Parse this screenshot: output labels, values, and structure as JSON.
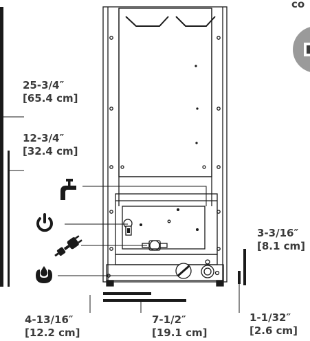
{
  "corner_text": "co",
  "dimensions": {
    "overall_height": {
      "imperial": "25-3/4″",
      "metric": "[65.4 cm]"
    },
    "water_inlet_height": {
      "imperial": "12-3/4″",
      "metric": "[32.4 cm]"
    },
    "drain_height": {
      "imperial": "3-3/16″",
      "metric": "[8.1 cm]"
    },
    "drain_clearance": {
      "imperial": "1-1/32″",
      "metric": "[2.6 cm]"
    },
    "inlet_offset": {
      "imperial": "4-13/16″",
      "metric": "[12.2 cm]"
    },
    "drain_offset": {
      "imperial": "7-1/2″",
      "metric": "[19.1 cm]"
    }
  },
  "icons": [
    "water-faucet-icon",
    "power-icon",
    "electrical-plug-icon",
    "drain-water-drop-icon"
  ],
  "colors": {
    "ink": "#1a1a1a",
    "label": "#3a3a3a",
    "badge": "#9a9a9a"
  }
}
